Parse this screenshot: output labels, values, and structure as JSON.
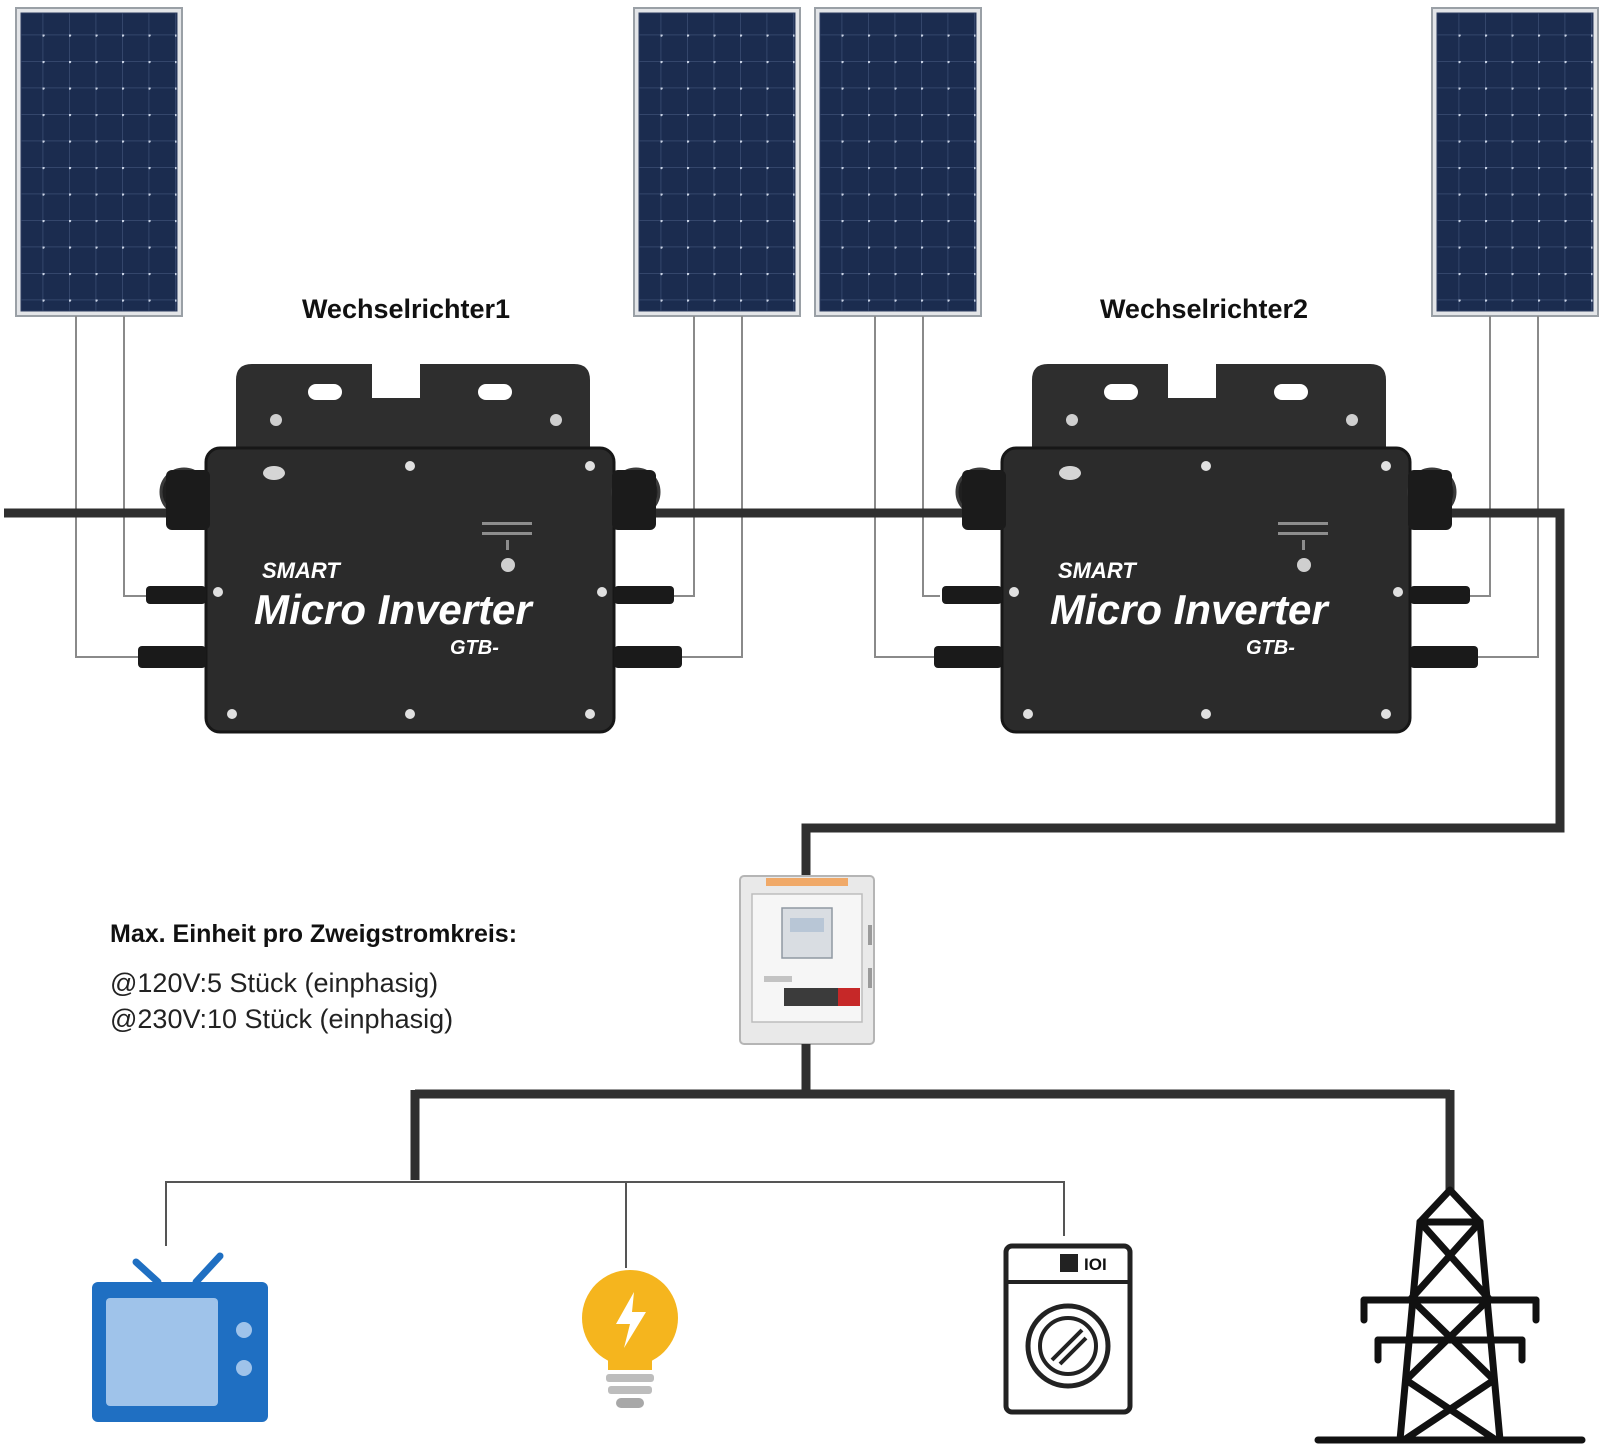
{
  "inverters": [
    {
      "label": "Wechselrichter1",
      "brand": "SMART",
      "product": "Micro Inverter",
      "model": "GTB-"
    },
    {
      "label": "Wechselrichter2",
      "brand": "SMART",
      "product": "Micro Inverter",
      "model": "GTB-"
    }
  ],
  "note": {
    "title": "Max. Einheit pro Zweigstromkreis:",
    "lines": [
      "@120V:5 Stück (einphasig)",
      "@230V:10 Stück (einphasig)"
    ]
  },
  "washing_machine_display": "IOI",
  "icons": {
    "solar_panel": "solar-panel-icon",
    "inverter": "micro-inverter-icon",
    "distribution_box": "distribution-box-icon",
    "tv": "tv-icon",
    "bulb": "light-bulb-icon",
    "washer": "washing-machine-icon",
    "pylon": "power-pylon-icon"
  },
  "colors": {
    "panel": "#1b2c4f",
    "inverter": "#2a2a2a",
    "cable": "#333333",
    "tv_blue": "#1f6fc2",
    "tv_screen": "#9fc3ea",
    "bulb_yellow": "#f5b51e"
  }
}
